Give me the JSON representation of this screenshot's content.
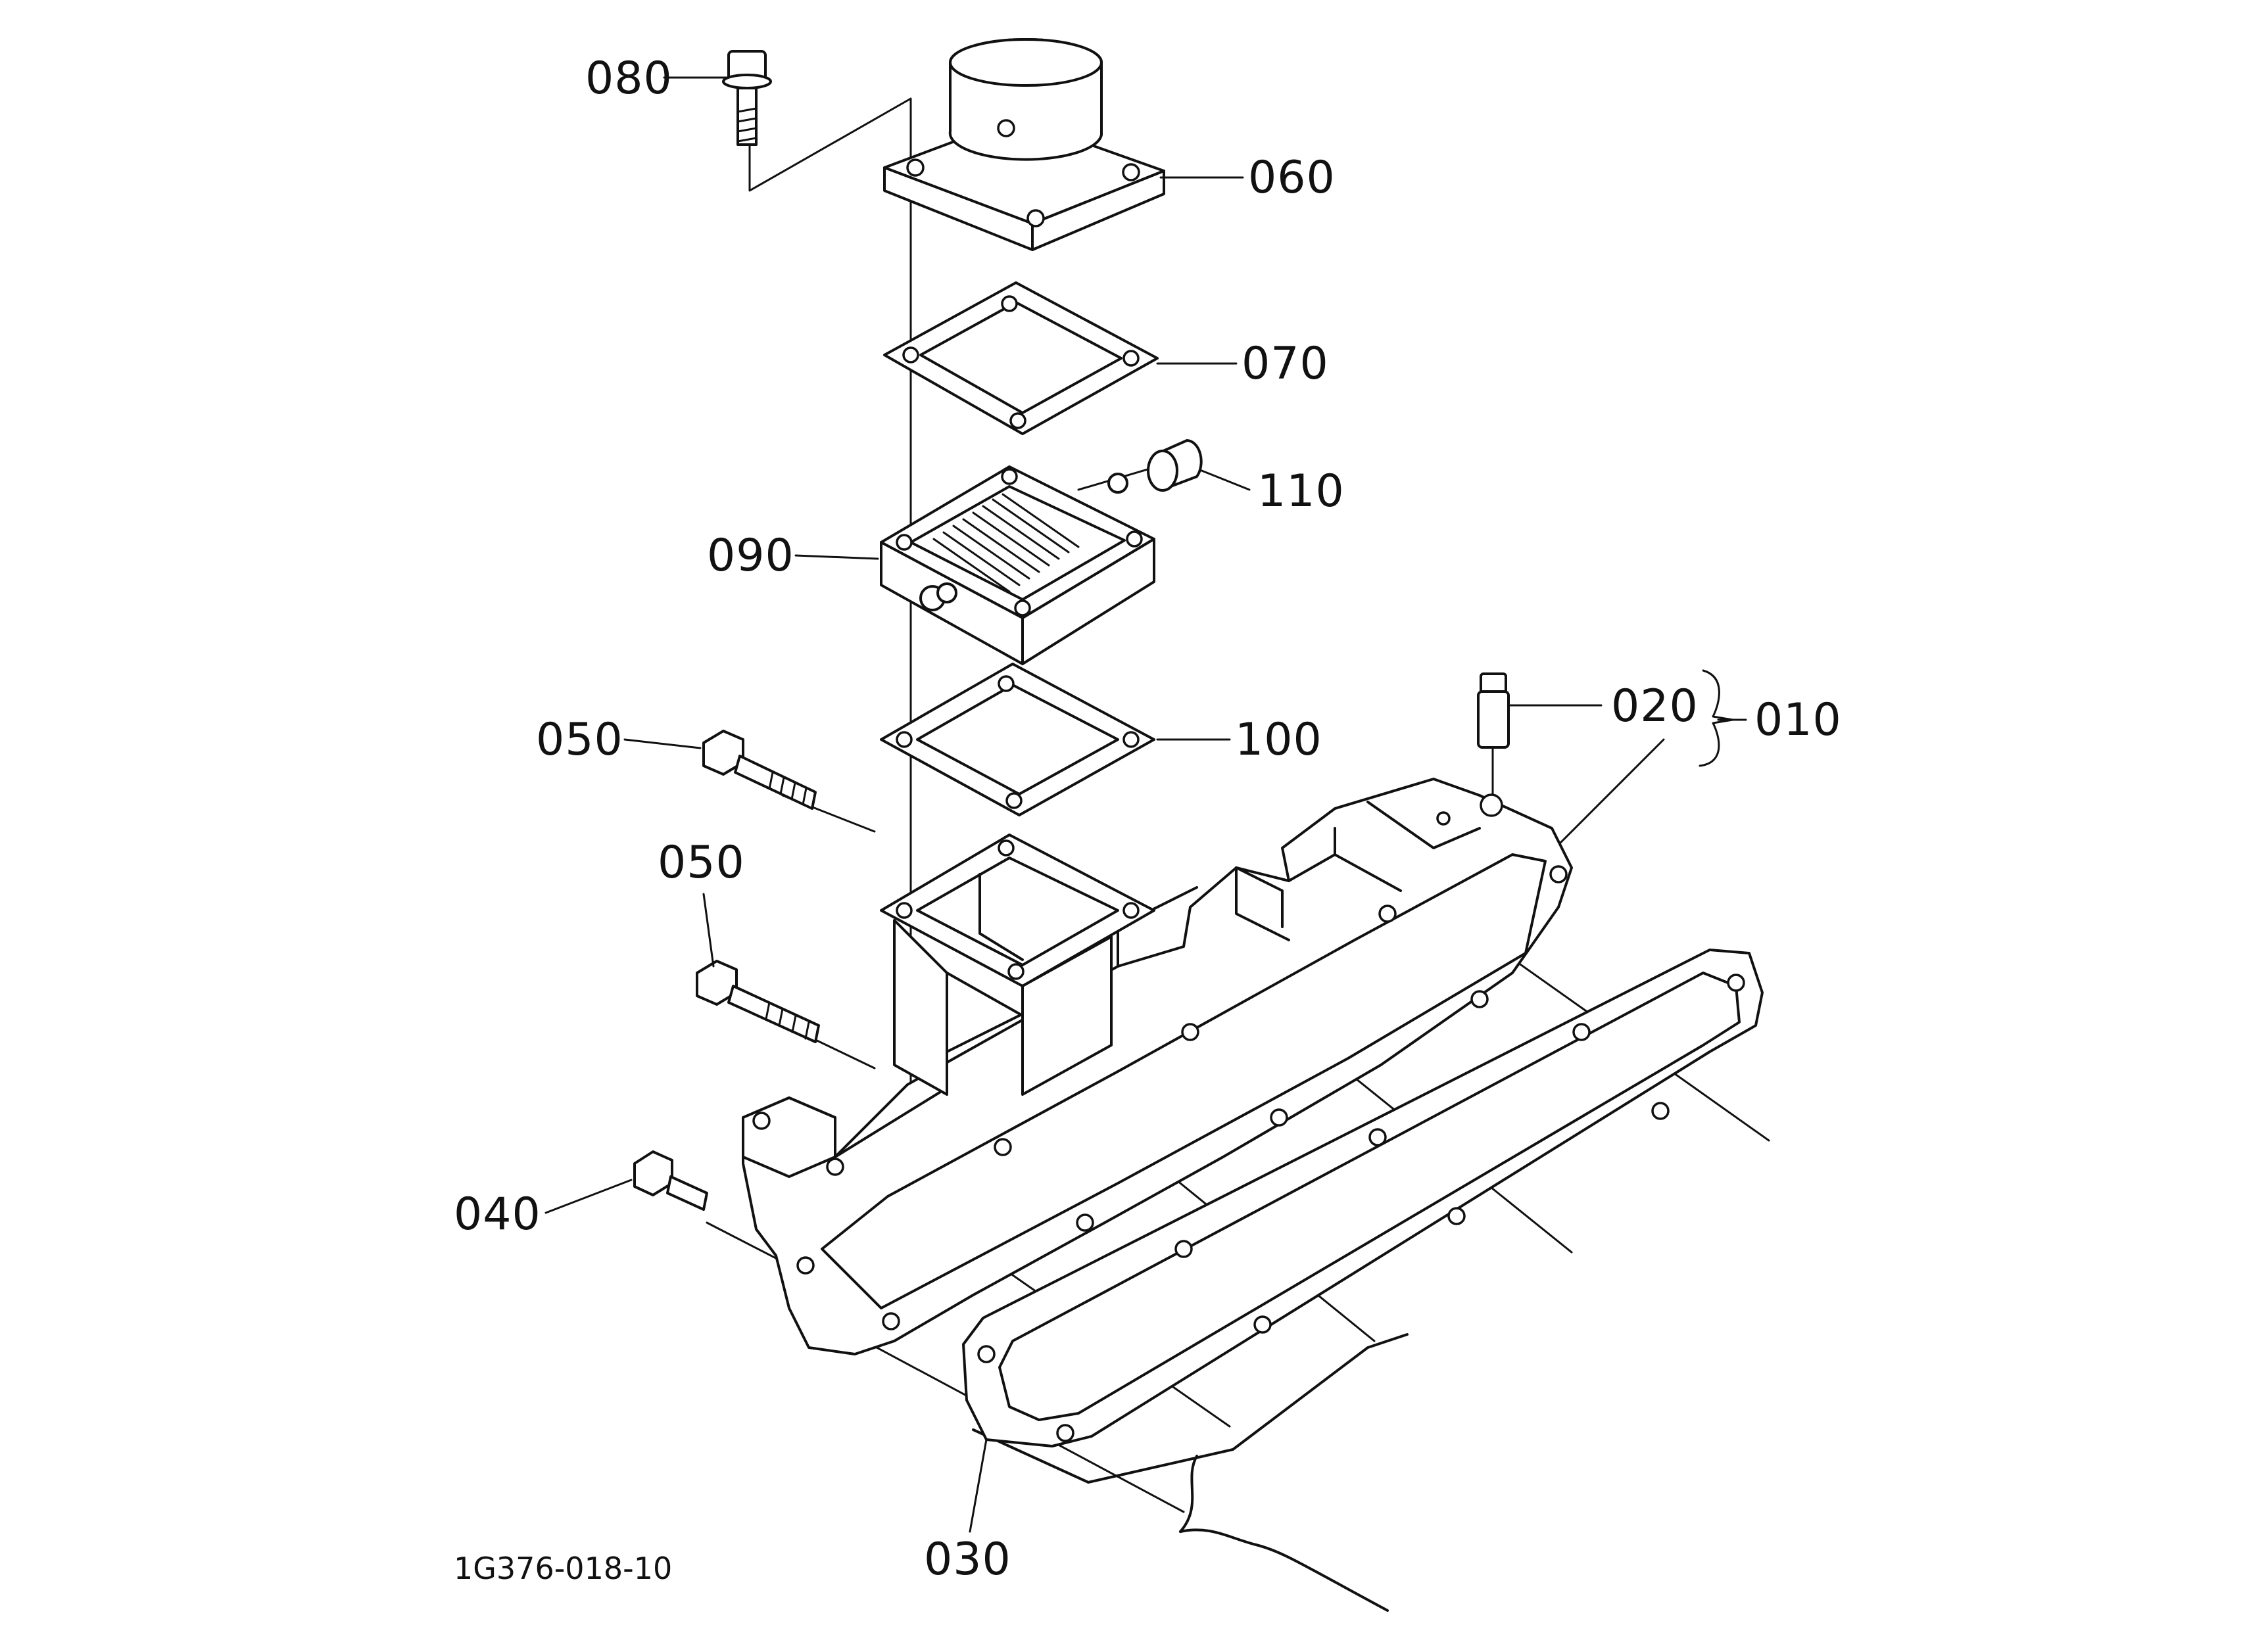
{
  "diagram": {
    "drawing_code": "1G376-018-10",
    "parts": [
      {
        "id": "080",
        "name": "bolt",
        "label": "080"
      },
      {
        "id": "060",
        "name": "cover",
        "label": "060"
      },
      {
        "id": "070",
        "name": "gasket",
        "label": "070"
      },
      {
        "id": "110",
        "name": "cap",
        "label": "110"
      },
      {
        "id": "090",
        "name": "heater",
        "label": "090"
      },
      {
        "id": "100",
        "name": "gasket",
        "label": "100"
      },
      {
        "id": "020",
        "name": "plug",
        "label": "020"
      },
      {
        "id": "010",
        "name": "manifold-assembly",
        "label": "010"
      },
      {
        "id": "050a",
        "name": "bolt",
        "label": "050"
      },
      {
        "id": "050b",
        "name": "bolt",
        "label": "050"
      },
      {
        "id": "040",
        "name": "bolt",
        "label": "040"
      },
      {
        "id": "030",
        "name": "gasket",
        "label": "030"
      }
    ]
  }
}
